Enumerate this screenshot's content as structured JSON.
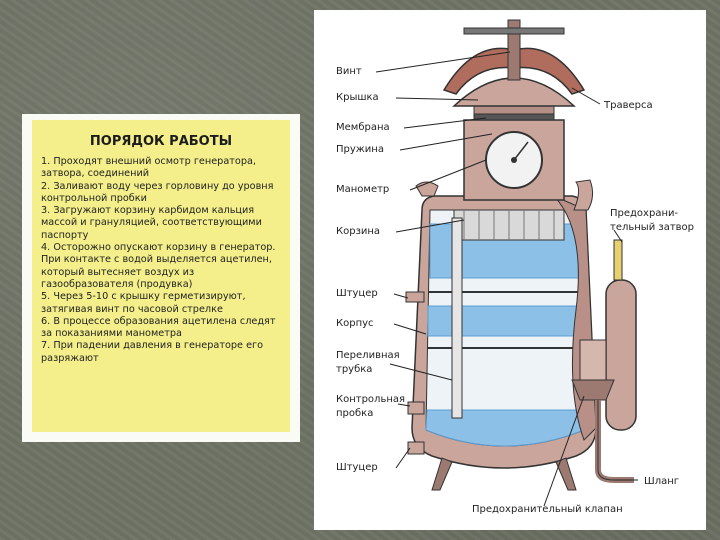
{
  "left_panel": {
    "title": "ПОРЯДОК РАБОТЫ",
    "steps": [
      "1. Проходят внешний осмотр генератора, затвора, соединений",
      "2. Заливают воду через горловину до уровня контрольной пробки",
      "3. Загружают корзину карбидом кальция массой и грануляцией, соответствующими паспорту",
      "4. Осторожно опускают корзину в генератор. При контакте с водой выделяется ацетилен, который вытесняет воздух из газообразователя (продувка)",
      "5. Через 5-10 с крышку герметизируют, затягивая винт по часовой стрелке",
      "6. В процессе образования ацетилена следят за показаниями манометра",
      "7. При падении давления в генераторе его разряжают"
    ]
  },
  "diagram": {
    "labels": {
      "vint": "Винт",
      "kryshka": "Крышка",
      "membrana": "Мембрана",
      "pruzhina": "Пружина",
      "manometr": "Манометр",
      "korzina": "Корзина",
      "shtutser_top": "Штуцер",
      "korpus": "Корпус",
      "perelivnaya_1": "Переливная",
      "perelivnaya_2": "трубка",
      "kontrolnaya_1": "Контрольная",
      "kontrolnaya_2": "пробка",
      "shtutser_bottom": "Штуцер",
      "traversa": "Траверса",
      "zatvor_1": "Предохрани-",
      "zatvor_2": "тельный затвор",
      "shlang": "Шланг",
      "klapan": "Предохранительный клапан"
    },
    "colors": {
      "metal": "#c9a59c",
      "metal_dark": "#9c7a72",
      "water": "#8cc0e6",
      "water_dark": "#5d9dd0",
      "line": "#333333"
    }
  }
}
